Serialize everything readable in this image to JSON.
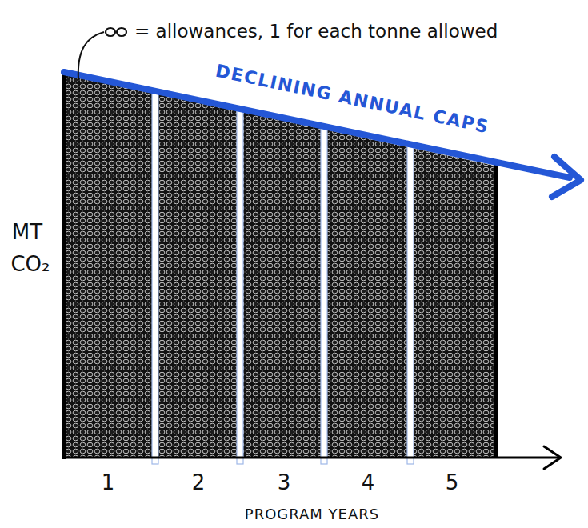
{
  "diagram": {
    "labels": [
      "= allowances, 1 for each tonne allowed",
      "DECLINING ANNUAL CAPS",
      "MT",
      "CO₂",
      "1",
      "2",
      "3",
      "4",
      "5",
      "PROGRAM YEARS"
    ]
  }
}
